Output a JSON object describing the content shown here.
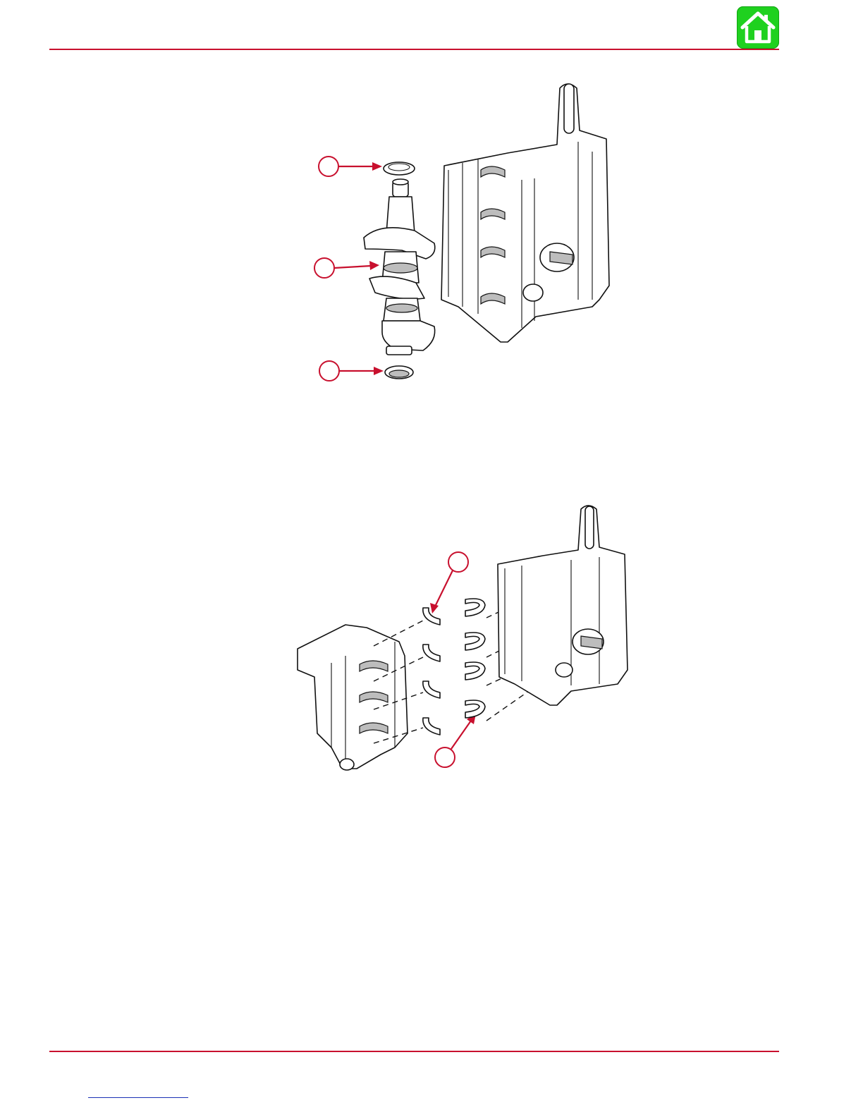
{
  "header": {
    "home_icon": "home-icon",
    "colors": {
      "rule": "#c8102e",
      "home_button": "#1fd11f"
    }
  },
  "figures": [
    {
      "name": "crankshaft-assembly",
      "callout_count": 3
    },
    {
      "name": "main-bearing-assembly",
      "callout_count": 2
    }
  ],
  "footer": {
    "link_color": "#1a2fb5"
  }
}
